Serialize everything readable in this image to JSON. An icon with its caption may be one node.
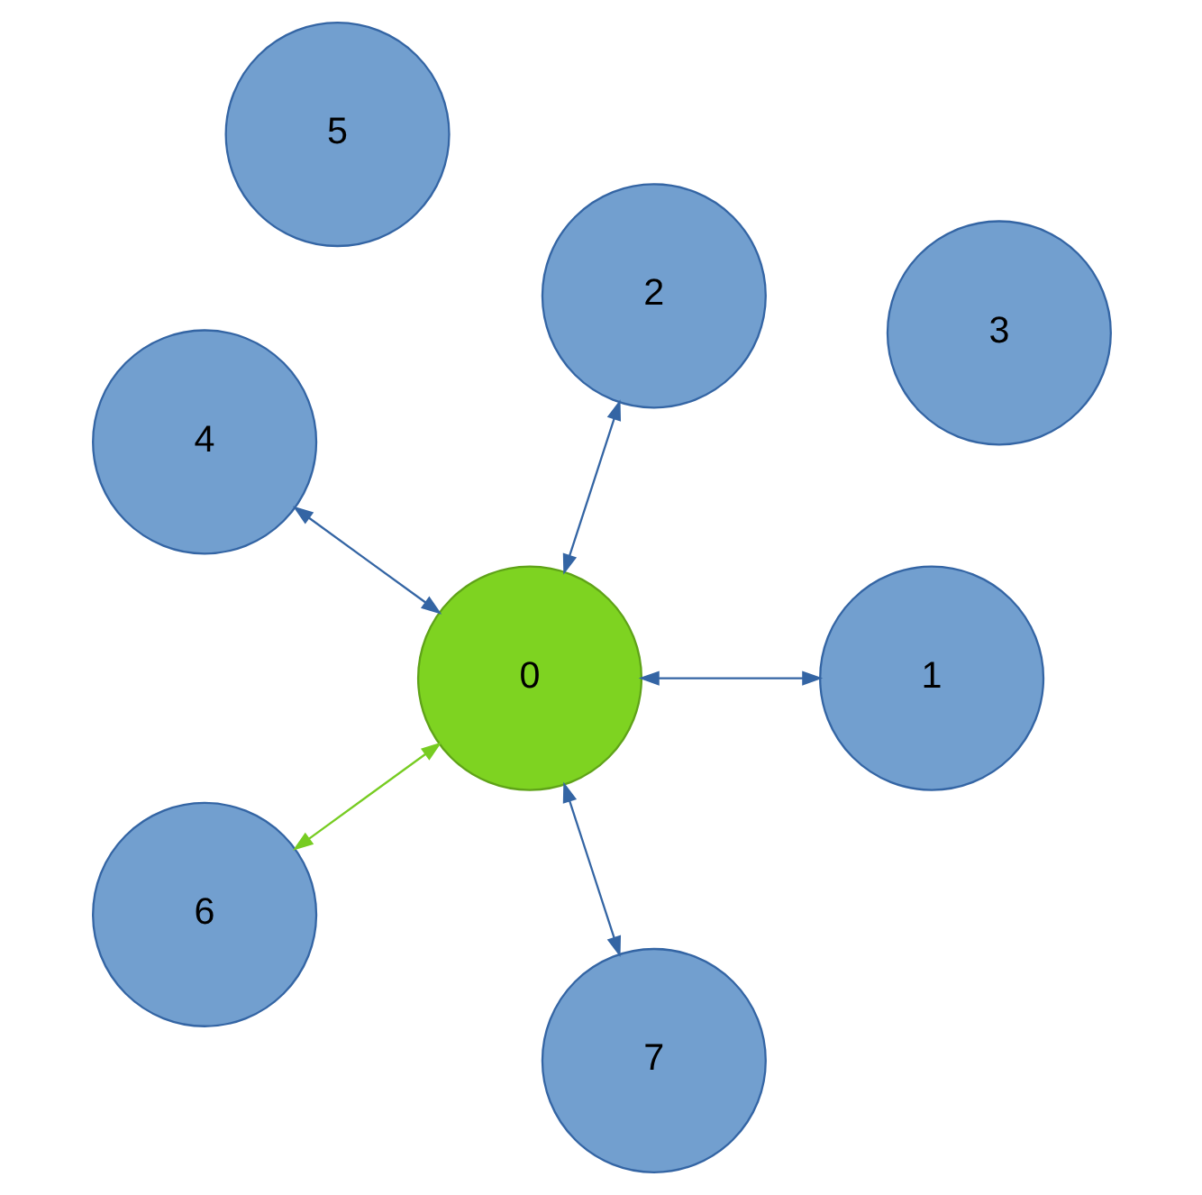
{
  "diagram": {
    "nodes": [
      {
        "text": [
          "0"
        ]
      },
      {
        "text": [
          "1"
        ]
      },
      {
        "text": [
          "2"
        ]
      },
      {
        "text": [
          "3"
        ]
      },
      {
        "text": [
          "4"
        ]
      },
      {
        "text": [
          "5"
        ]
      },
      {
        "text": [
          "6"
        ]
      },
      {
        "text": [
          "7"
        ]
      }
    ],
    "edges": [
      {
        "from": 0,
        "to": 7,
        "arrow": "both"
      },
      {
        "from": 0,
        "to": 1,
        "arrow": "both"
      },
      {
        "from": 0,
        "to": 6,
        "arrow": "both",
        "color": "#77cc22"
      },
      {
        "from": 0,
        "to": 2,
        "arrow": "both"
      },
      {
        "from": 0,
        "to": 4,
        "arrow": "both"
      }
    ]
  }
}
